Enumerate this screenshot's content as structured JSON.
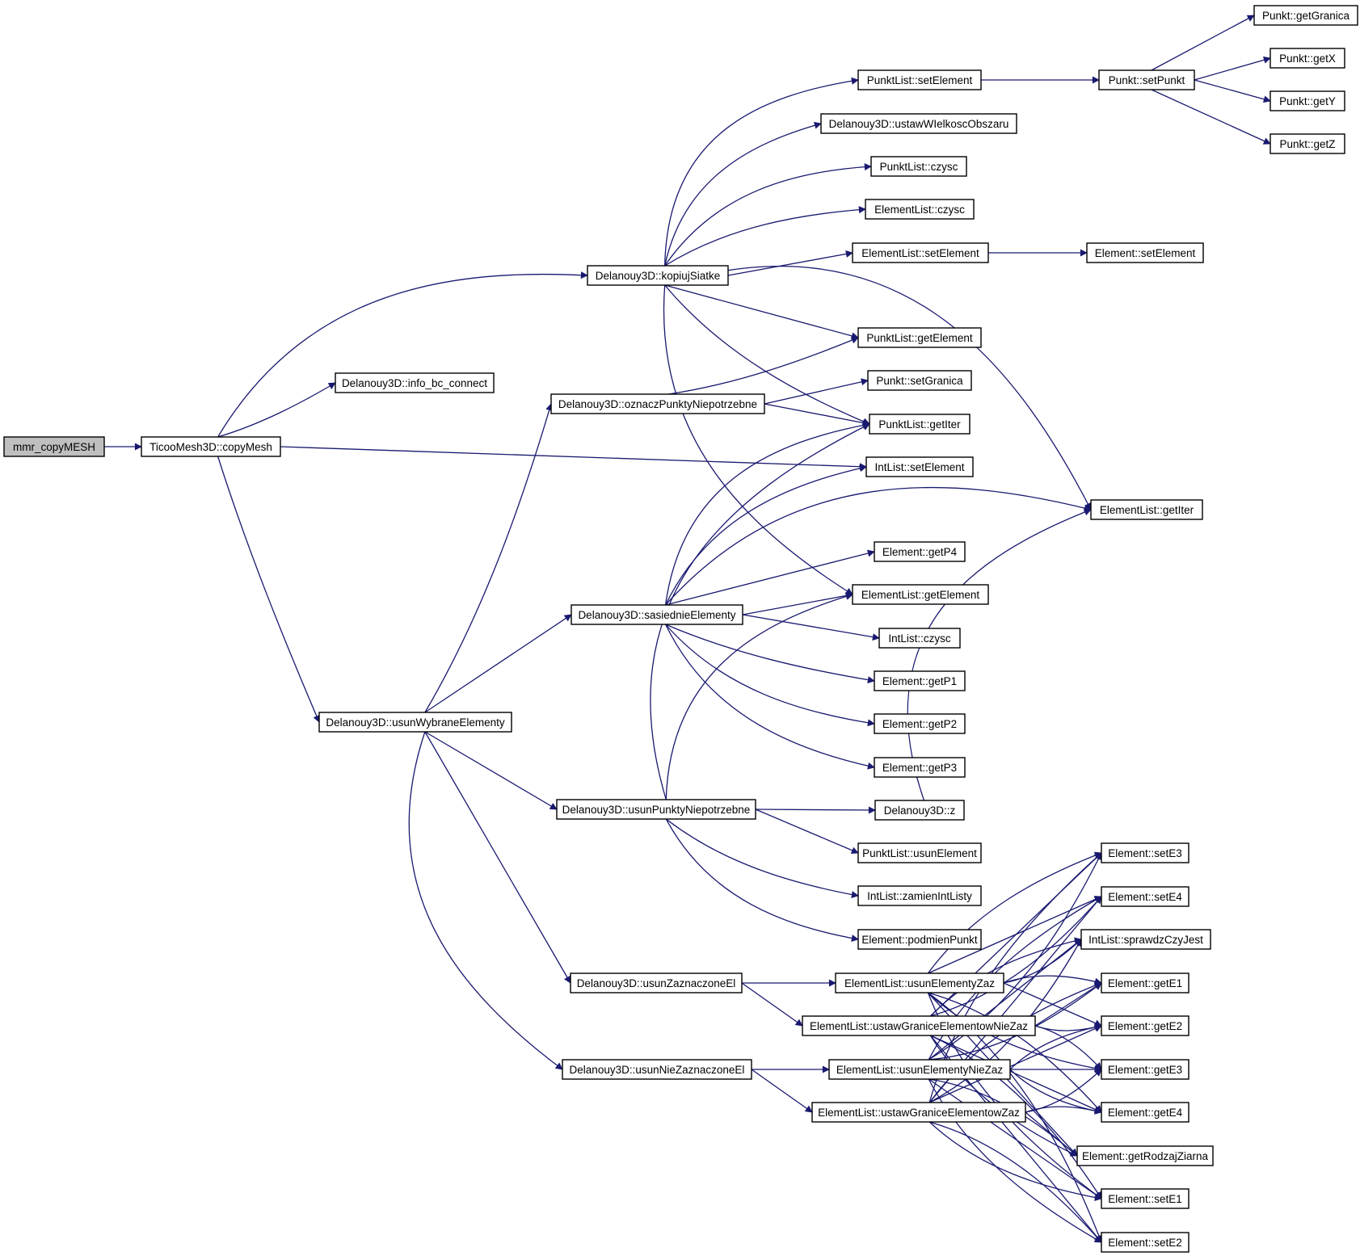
{
  "colors": {
    "edge": "#191970",
    "node_border": "#000000",
    "root_fill": "#bfbfbf",
    "background": "#ffffff"
  },
  "nodes": [
    {
      "id": "n0",
      "label": "mmr_copyMESH",
      "root": true
    },
    {
      "id": "n1",
      "label": "TicooMesh3D::copyMesh"
    },
    {
      "id": "n2",
      "label": "Delanouy3D::info_bc_connect"
    },
    {
      "id": "n3",
      "label": "Delanouy3D::kopiujSiatke"
    },
    {
      "id": "n4",
      "label": "Delanouy3D::oznaczPunktyNiepotrzebne"
    },
    {
      "id": "n5",
      "label": "Delanouy3D::usunWybraneElementy"
    },
    {
      "id": "n6",
      "label": "Delanouy3D::sasiednieElementy"
    },
    {
      "id": "n7",
      "label": "Delanouy3D::usunPunktyNiepotrzebne"
    },
    {
      "id": "n8",
      "label": "Delanouy3D::usunZaznaczoneEl"
    },
    {
      "id": "n9",
      "label": "Delanouy3D::usunNieZaznaczoneEl"
    },
    {
      "id": "n10",
      "label": "PunktList::setElement"
    },
    {
      "id": "n11",
      "label": "Delanouy3D::ustawWIelkoscObszaru"
    },
    {
      "id": "n12",
      "label": "PunktList::czysc"
    },
    {
      "id": "n13",
      "label": "ElementList::czysc"
    },
    {
      "id": "n14",
      "label": "ElementList::setElement"
    },
    {
      "id": "n15",
      "label": "PunktList::getElement"
    },
    {
      "id": "n16",
      "label": "Punkt::setGranica"
    },
    {
      "id": "n17",
      "label": "PunktList::getIter"
    },
    {
      "id": "n18",
      "label": "IntList::setElement"
    },
    {
      "id": "n19",
      "label": "Element::getP4"
    },
    {
      "id": "n20",
      "label": "ElementList::getElement"
    },
    {
      "id": "n21",
      "label": "IntList::czysc"
    },
    {
      "id": "n22",
      "label": "Element::getP1"
    },
    {
      "id": "n23",
      "label": "Element::getP2"
    },
    {
      "id": "n24",
      "label": "Element::getP3"
    },
    {
      "id": "n25",
      "label": "Delanouy3D::z"
    },
    {
      "id": "n26",
      "label": "PunktList::usunElement"
    },
    {
      "id": "n27",
      "label": "IntList::zamienIntListy"
    },
    {
      "id": "n28",
      "label": "Element::podmienPunkt"
    },
    {
      "id": "n29",
      "label": "ElementList::usunElementyZaz"
    },
    {
      "id": "n30",
      "label": "ElementList::ustawGraniceElementowNieZaz"
    },
    {
      "id": "n31",
      "label": "ElementList::usunElementyNieZaz"
    },
    {
      "id": "n32",
      "label": "ElementList::ustawGraniceElementowZaz"
    },
    {
      "id": "n33",
      "label": "Punkt::setPunkt"
    },
    {
      "id": "n34",
      "label": "Element::setElement"
    },
    {
      "id": "n35",
      "label": "ElementList::getIter"
    },
    {
      "id": "n36",
      "label": "Punkt::getGranica"
    },
    {
      "id": "n37",
      "label": "Punkt::getX"
    },
    {
      "id": "n38",
      "label": "Punkt::getY"
    },
    {
      "id": "n39",
      "label": "Punkt::getZ"
    },
    {
      "id": "n40",
      "label": "Element::setE3"
    },
    {
      "id": "n41",
      "label": "Element::setE4"
    },
    {
      "id": "n42",
      "label": "IntList::sprawdzCzyJest"
    },
    {
      "id": "n43",
      "label": "Element::getE1"
    },
    {
      "id": "n44",
      "label": "Element::getE2"
    },
    {
      "id": "n45",
      "label": "Element::getE3"
    },
    {
      "id": "n46",
      "label": "Element::getE4"
    },
    {
      "id": "n47",
      "label": "Element::getRodzajZiarna"
    },
    {
      "id": "n48",
      "label": "Element::setE1"
    },
    {
      "id": "n49",
      "label": "Element::setE2"
    }
  ]
}
